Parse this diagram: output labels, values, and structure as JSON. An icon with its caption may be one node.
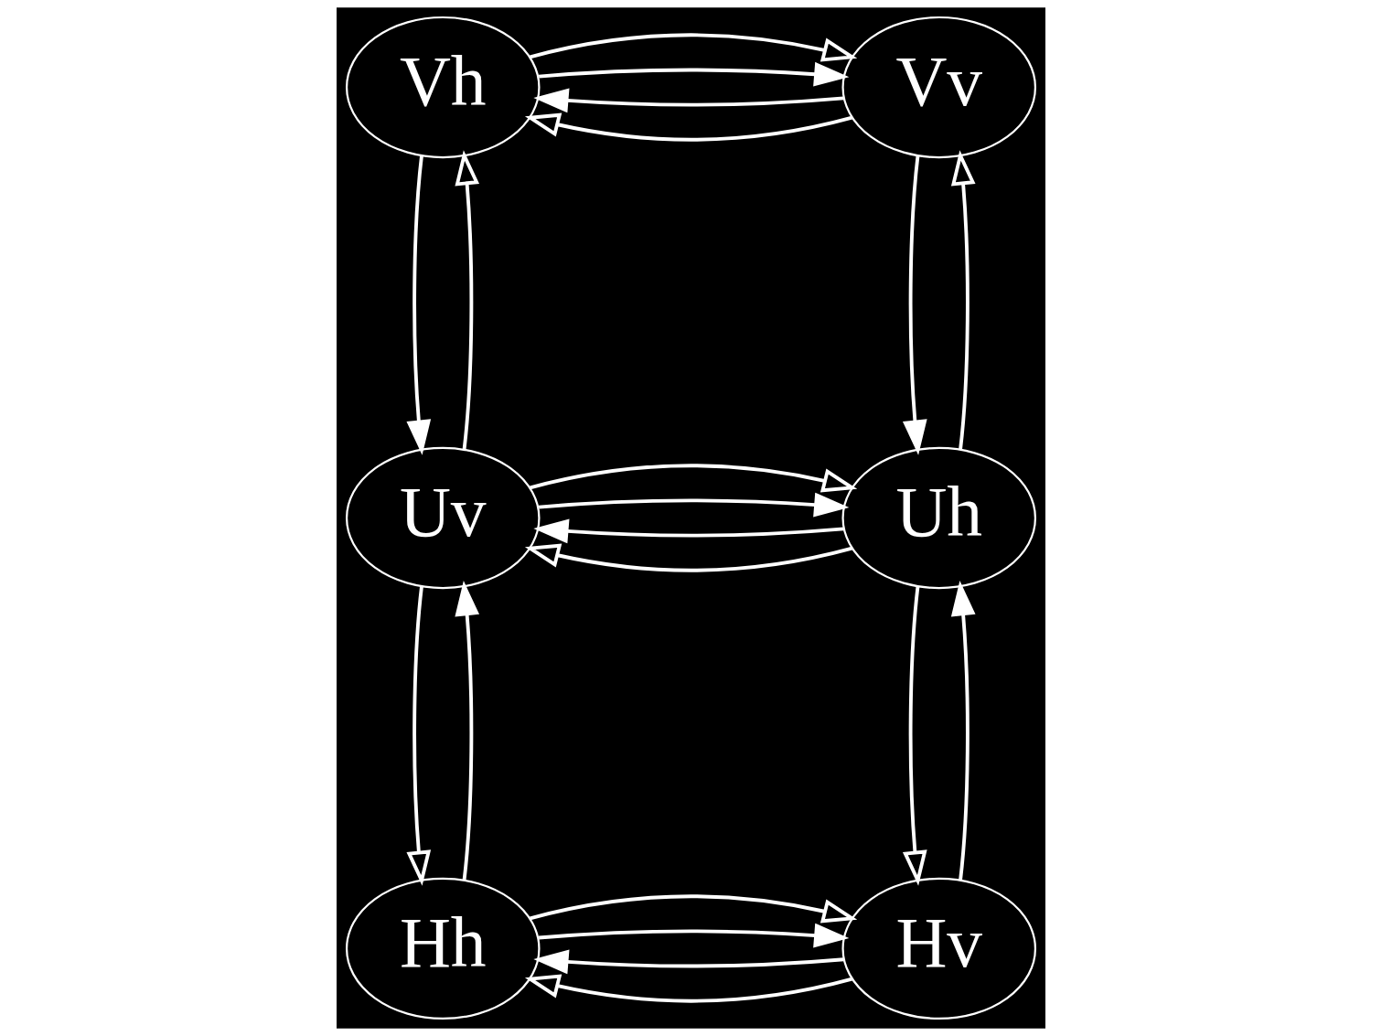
{
  "diagram": {
    "nodes": [
      {
        "text": [
          "Vh"
        ]
      },
      {
        "text": [
          "Vv"
        ]
      },
      {
        "text": [
          "Uv"
        ]
      },
      {
        "text": [
          "Uh"
        ]
      },
      {
        "text": [
          "Hh"
        ]
      },
      {
        "text": [
          "Hv"
        ]
      }
    ],
    "edges": [
      {
        "from": 1,
        "to": 0,
        "arrow": "to"
      },
      {
        "from": 1,
        "to": 0,
        "arrow": "to"
      },
      {
        "from": 0,
        "to": 1,
        "arrow": "to"
      },
      {
        "from": 0,
        "to": 1,
        "arrow": "to"
      },
      {
        "from": 2,
        "to": 0,
        "arrow": "to"
      },
      {
        "from": 0,
        "to": 2,
        "arrow": "to"
      },
      {
        "from": 3,
        "to": 1,
        "arrow": "to"
      },
      {
        "from": 1,
        "to": 3,
        "arrow": "to"
      },
      {
        "from": 3,
        "to": 2,
        "arrow": "to"
      },
      {
        "from": 3,
        "to": 2,
        "arrow": "to"
      },
      {
        "from": 2,
        "to": 3,
        "arrow": "to"
      },
      {
        "from": 2,
        "to": 3,
        "arrow": "to"
      },
      {
        "from": 4,
        "to": 2,
        "arrow": "to"
      },
      {
        "from": 2,
        "to": 4,
        "arrow": "to"
      },
      {
        "from": 5,
        "to": 3,
        "arrow": "to"
      },
      {
        "from": 3,
        "to": 5,
        "arrow": "to"
      },
      {
        "from": 5,
        "to": 4,
        "arrow": "to"
      },
      {
        "from": 5,
        "to": 4,
        "arrow": "to"
      },
      {
        "from": 4,
        "to": 5,
        "arrow": "to"
      },
      {
        "from": 4,
        "to": 5,
        "arrow": "to"
      }
    ]
  }
}
